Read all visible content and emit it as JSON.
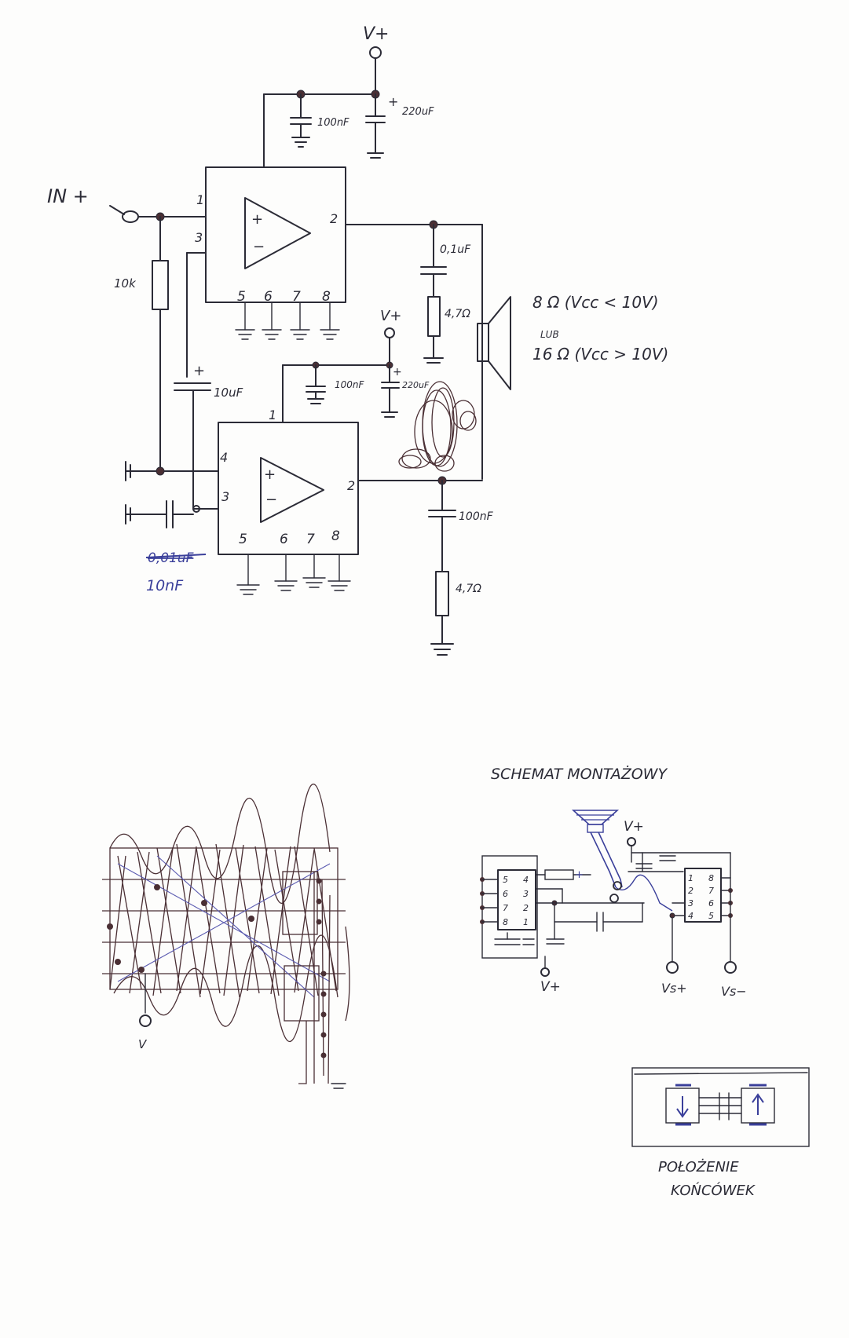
{
  "schematic": {
    "vplus_top": "V+",
    "input": "IN +",
    "c_top_small": "100nF",
    "c_top_big": "220uF",
    "res_in": "10k",
    "c_out_top": "0,1uF",
    "r_out_top": "4,7Ω",
    "c_coupling": "10uF",
    "vplus_mid": "V+",
    "c_mid_small": "100nF",
    "c_mid_big": "220uF",
    "c_bottom_out": "100nF",
    "r_bottom_out": "4,7Ω",
    "c_fb_old": "0,01uF",
    "c_fb_new": "10nF",
    "speaker_line1": "8 Ω  (Vcc < 10V)",
    "speaker_line2": "LUB",
    "speaker_line3": "16 Ω  (Vcc > 10V)",
    "ic1": {
      "pin_in_plus": "1",
      "pin_in_minus": "3",
      "pin_out": "2",
      "pins_bottom": [
        "5",
        "6",
        "7",
        "8"
      ]
    },
    "ic2": {
      "pin_supply": "1",
      "pin_in_plus": "4",
      "pin_in_minus": "3",
      "pin_out": "2",
      "pins_bottom": [
        "5",
        "6",
        "7",
        "8"
      ]
    }
  },
  "assembly": {
    "title": "SCHEMAT  MONTAŻOWY",
    "vplus_top": "V+",
    "vplus_bottom": "V+",
    "vs_plus": "Vs+",
    "vs_minus": "Vs−",
    "left_ic_pins_left": [
      "5",
      "6",
      "7",
      "8"
    ],
    "left_ic_pins_right": [
      "4",
      "3",
      "2",
      "1"
    ],
    "right_ic_pins_left": [
      "1",
      "2",
      "3",
      "4"
    ],
    "right_ic_pins_right": [
      "8",
      "7",
      "6",
      "5"
    ]
  },
  "scrap": {
    "label": "V"
  },
  "terminals": {
    "line1": "POŁOŻENIE",
    "line2": "KOŃCÓWEK"
  }
}
